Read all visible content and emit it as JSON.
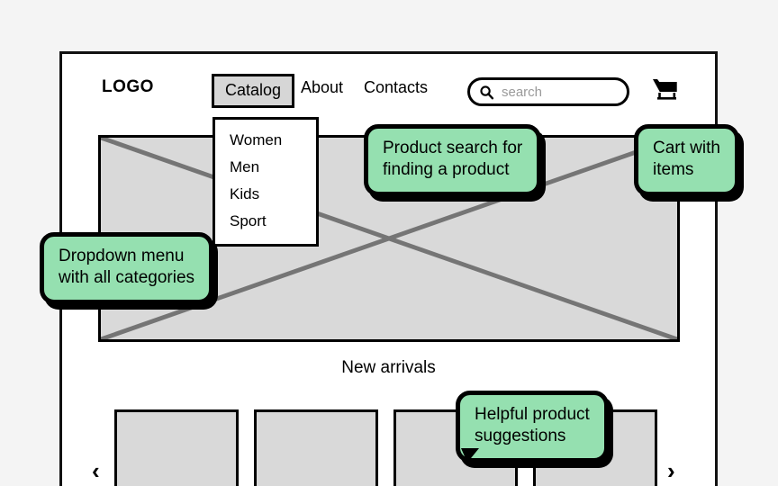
{
  "colors": {
    "page_background": "#f4f4f4",
    "frame_background": "#ffffff",
    "placeholder_grey": "#d9d9d9",
    "diagonal_grey": "#757575",
    "callout_green": "#95e0b0",
    "outline_black": "#000000",
    "nav_active_grey": "#d6d6d6",
    "placeholder_text_grey": "#9a9a9a"
  },
  "header": {
    "logo": "LOGO",
    "nav": [
      {
        "label": "Catalog",
        "active": true
      },
      {
        "label": "About",
        "active": false
      },
      {
        "label": "Contacts",
        "active": false
      }
    ],
    "search": {
      "placeholder": "search",
      "value": "",
      "icon": "search-icon"
    },
    "cart": {
      "icon": "shopping-cart-icon"
    }
  },
  "dropdown": {
    "parent": "Catalog",
    "items": [
      "Women",
      "Men",
      "Kids",
      "Sport"
    ]
  },
  "hero": {
    "type": "image-placeholder",
    "cross": true
  },
  "new_arrivals": {
    "title": "New arrivals",
    "prev_arrow": "‹",
    "next_arrow": "›",
    "cards": [
      {
        "type": "product-placeholder"
      },
      {
        "type": "product-placeholder"
      },
      {
        "type": "product-placeholder"
      },
      {
        "type": "product-placeholder"
      }
    ]
  },
  "annotations": [
    {
      "id": "search",
      "lines": [
        "Product search for",
        "finding a product"
      ]
    },
    {
      "id": "cart",
      "lines": [
        "Cart with",
        "items"
      ]
    },
    {
      "id": "dropdown",
      "lines": [
        "Dropdown menu",
        "with all categories"
      ]
    },
    {
      "id": "suggestions",
      "lines": [
        "Helpful product",
        "suggestions"
      ]
    }
  ]
}
